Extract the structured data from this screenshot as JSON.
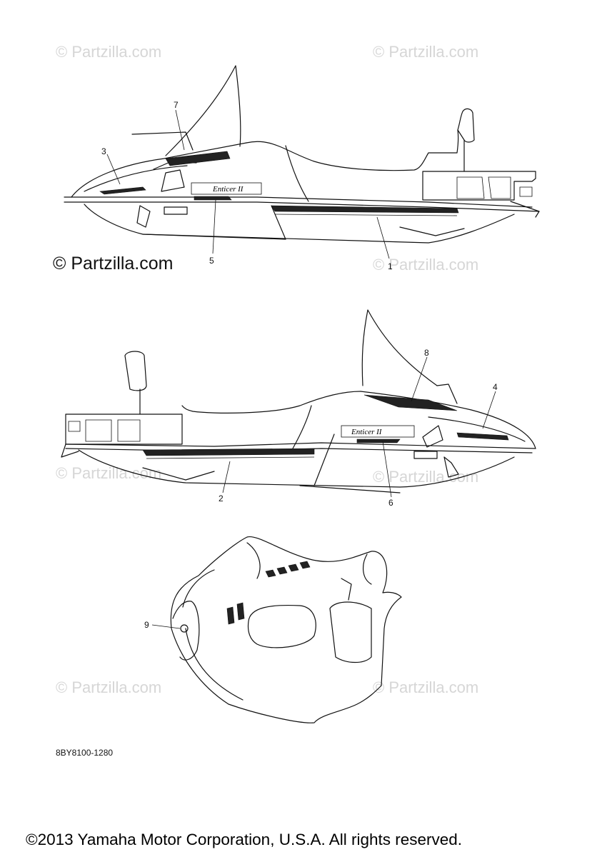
{
  "watermarks": {
    "w1": "© Partzilla.com",
    "w2": "© Partzilla.com",
    "w3": "© Partzilla.com",
    "w4": "© Partzilla.com",
    "w5": "© Partzilla.com",
    "w6": "© Partzilla.com",
    "w7": "© Partzilla.com"
  },
  "logo_text": "© Partzilla.com",
  "decal_text": {
    "top": "Enticer II",
    "bottom": "Enticer II"
  },
  "callouts": {
    "c1": "1",
    "c2": "2",
    "c3": "3",
    "c4": "4",
    "c5": "5",
    "c6": "6",
    "c7": "7",
    "c8": "8",
    "c9": "9"
  },
  "part_number": "8BY8100-1280",
  "copyright": "©2013 Yamaha Motor Corporation, U.S.A. All rights reserved."
}
